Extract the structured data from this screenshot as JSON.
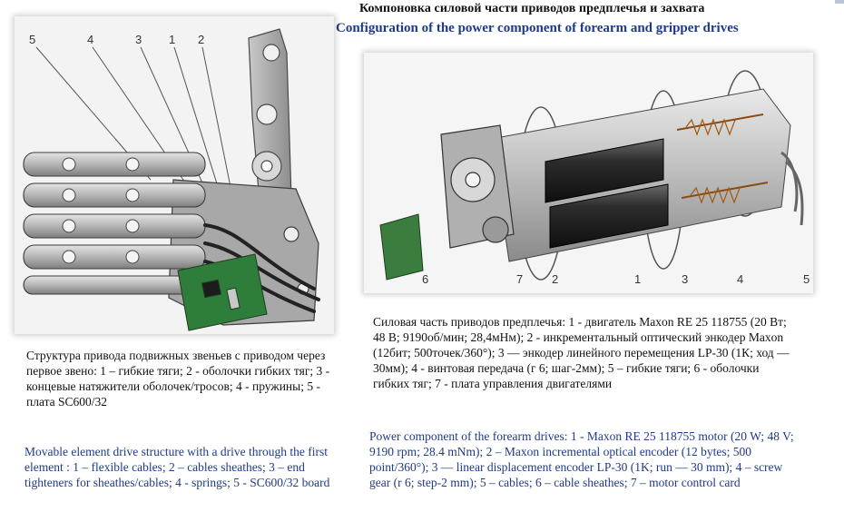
{
  "header": {
    "title_ru": "Компоновка силовой части приводов предплечья и захвата",
    "title_en": "Configuration of the power component of forearm and gripper drives"
  },
  "left_figure": {
    "labels": [
      "5",
      "4",
      "3",
      "1",
      "2"
    ]
  },
  "right_figure": {
    "labels": [
      "6",
      "7",
      "2",
      "1",
      "3",
      "4",
      "5"
    ]
  },
  "captions": {
    "left_ru": "Структура привода подвижных звеньев с приводом через первое звено: 1 – гибкие тяги; 2 - оболочки гибких тяг; 3 - концевые натяжители оболочек/тросов; 4 - пружины; 5 - плата SC600/32",
    "left_en": "Movable element drive structure with a drive through the first element : 1 – flexible cables; 2 – cables sheathes; 3 – end tighteners for sheathes/cables; 4 - springs; 5 - SC600/32 board",
    "right_ru": "Силовая часть приводов предплечья: 1 - двигатель Maxon RE 25 118755 (20 Вт; 48 В; 9190об/мин; 28,4мНм); 2 - инкрементальный оптический энкодер Maxon (12бит; 500точек/360°); 3 — энкодер линейного перемещения LP-30 (1К; ход — 30мм); 4 - винтовая передача (г 6; шаг-2мм); 5 – гибкие тяги; 6 - оболочки гибких тяг; 7 - плата управления двигателями",
    "right_en": "Power component of the forearm drives: 1 - Maxon RE 25 118755 motor (20 W; 48 V; 9190 rpm; 28.4 mNm); 2 – Maxon incremental optical encoder (12 bytes; 500 point/360°); 3 — linear displacement encoder LP-30 (1K; run — 30 mm); 4 – screw gear (r 6; step-2 mm); 5 – cables; 6 – cable sheathes; 7 – motor control card"
  }
}
